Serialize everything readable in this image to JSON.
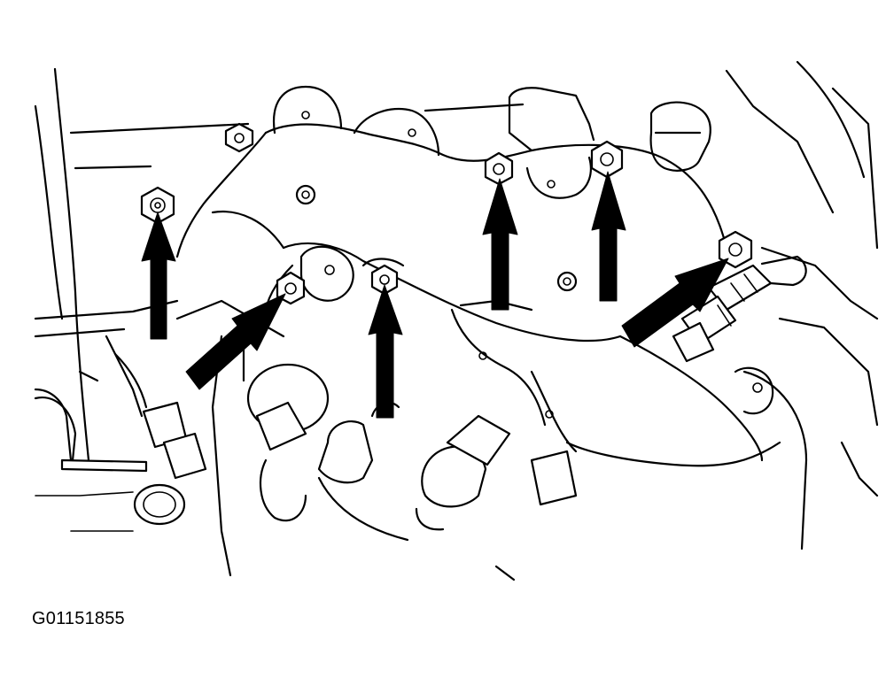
{
  "figure": {
    "id_label": "G01151855"
  },
  "colors": {
    "ink": "#000000",
    "paper": "#ffffff"
  },
  "callouts": {
    "count": 6,
    "target": "bolt"
  }
}
